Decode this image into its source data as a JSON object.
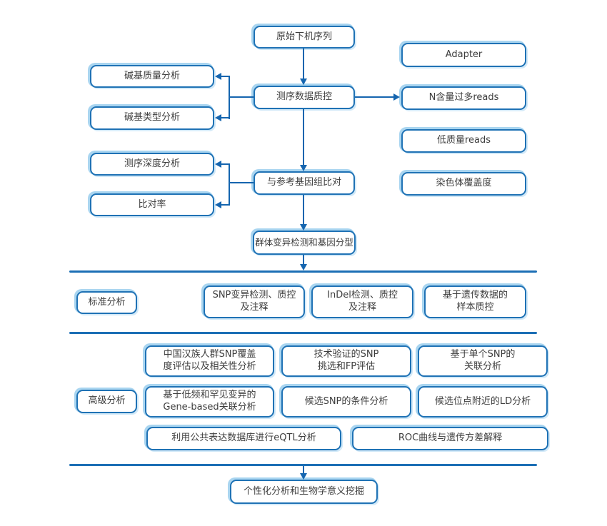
{
  "palette": {
    "node_border": "#1f72b5",
    "node_halo": "#a9d5f0",
    "connector": "#1565af",
    "divider": "#1c6fb5",
    "text": "#3d3d3d"
  },
  "nodes": {
    "raw_sequence": "原始下机序列",
    "data_qc": "测序数据质控",
    "align_reference": "与参考基因组比对",
    "variant_genotyping": "群体变异检测和基因分型",
    "base_quality": "碱基质量分析",
    "base_type": "碱基类型分析",
    "seq_depth": "测序深度分析",
    "mapping_rate": "比对率",
    "adapter": "Adapter",
    "n_reads": "N含量过多reads",
    "low_quality_reads": "低质量reads",
    "chrom_coverage": "染色体覆盖度",
    "personalized": "个性化分析和生物学意义挖掘"
  },
  "standard_section": {
    "label": "标准分析",
    "snp": {
      "line1": "SNP变异检测、质控",
      "line2": "及注释"
    },
    "indel": {
      "line1": "InDel检测、质控",
      "line2": "及注释"
    },
    "sample_qc": {
      "line1": "基于遗传数据的",
      "line2": "样本质控"
    }
  },
  "advanced_section": {
    "label": "高级分析",
    "han_snp": {
      "line1": "中国汉族人群SNP覆盖",
      "line2": "度评估以及相关性分析"
    },
    "validated_snp": {
      "line1": "技术验证的SNP",
      "line2": "挑选和FP评估"
    },
    "single_snp": {
      "line1": "基于单个SNP的",
      "line2": "关联分析"
    },
    "gene_based": {
      "line1": "基于低频和罕见变异的",
      "line2": "Gene-based关联分析"
    },
    "conditional": "候选SNP的条件分析",
    "ld": "候选位点附近的LD分析",
    "eqtl": "利用公共表达数据库进行eQTL分析",
    "roc": "ROC曲线与遗传方差解释"
  }
}
